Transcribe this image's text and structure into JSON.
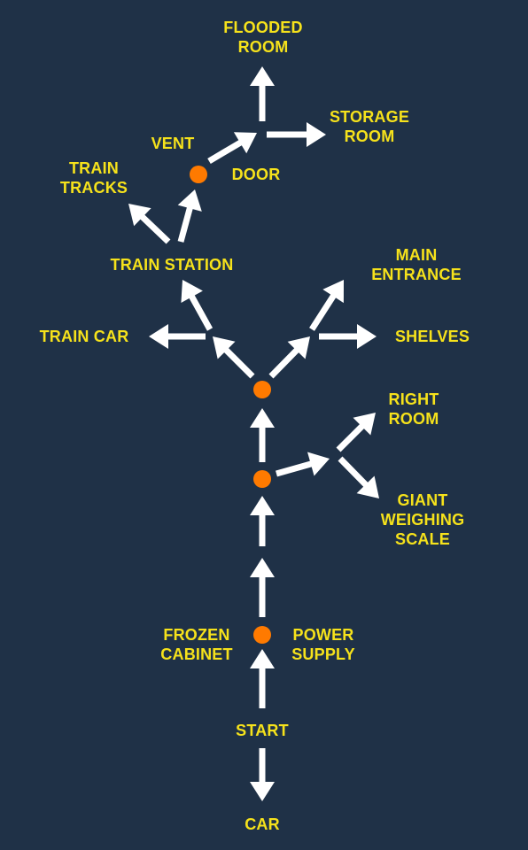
{
  "colors": {
    "background": "#1f3147",
    "label": "#f6e21b",
    "junction": "#ff7a00",
    "arrow": "#ffffff"
  },
  "labels": {
    "flooded_room": "FLOODED\nROOM",
    "storage_room": "STORAGE\nROOM",
    "vent": "VENT",
    "door": "DOOR",
    "train_tracks": "TRAIN\nTRACKS",
    "train_station": "TRAIN STATION",
    "main_entrance": "MAIN ENTRANCE",
    "train_car": "TRAIN CAR",
    "shelves": "SHELVES",
    "right_room": "RIGHT\nROOM",
    "giant_weighing_scale": "GIANT\nWEIGHING\nSCALE",
    "frozen_cabinet": "FROZEN\nCABINET",
    "power_supply": "POWER\nSUPPLY",
    "start": "START",
    "car": "CAR"
  }
}
